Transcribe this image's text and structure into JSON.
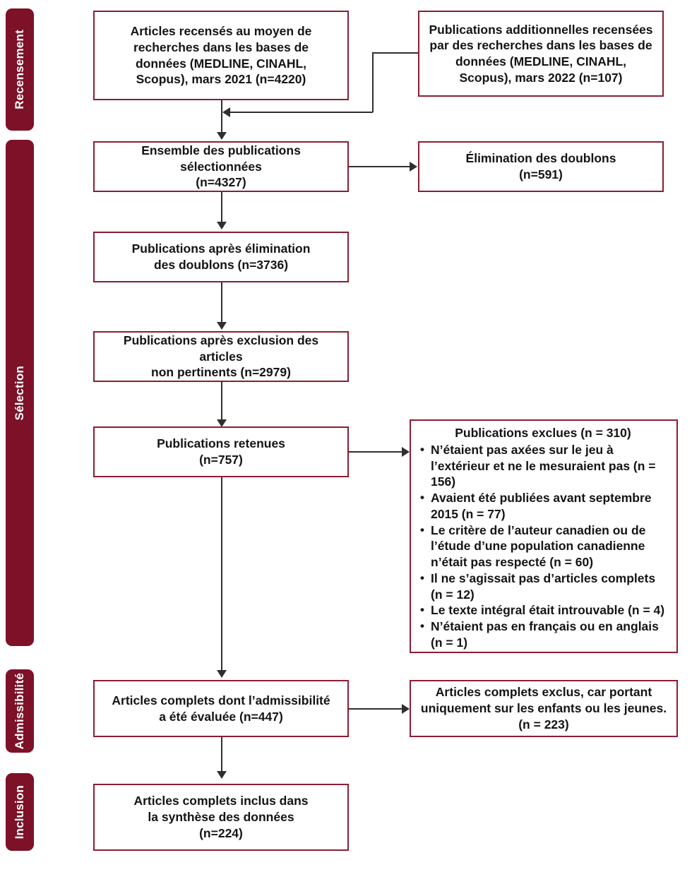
{
  "figure": {
    "type": "prisma-flow-diagram",
    "language": "fr",
    "colors": {
      "band_fill": "#7d1128",
      "box_border": "#8c1d33",
      "connector": "#2f2f2f",
      "text": "#141414",
      "band_text": "#ffffff",
      "background": "#ffffff"
    }
  },
  "stages": [
    {
      "id": "recensement",
      "label": "Recensement"
    },
    {
      "id": "selection",
      "label": "Sélection"
    },
    {
      "id": "admissibilite",
      "label": "Admissibilité"
    },
    {
      "id": "inclusion",
      "label": "Inclusion"
    }
  ],
  "boxes": {
    "identified_databases": {
      "text": "Articles recensés au moyen de\nrecherches dans les bases de\ndonnées (MEDLINE, CINAHL,\nScopus), mars 2021 (n=4220)",
      "n": 4220
    },
    "additional_records": {
      "text": "Publications additionnelles recensées\npar des recherches dans les bases de\ndonnées (MEDLINE, CINAHL,\nScopus), mars 2022 (n=107)",
      "n": 107
    },
    "all_selected": {
      "text": "Ensemble des publications sélectionnées\n(n=4327)",
      "n": 4327
    },
    "duplicates_removed": {
      "text": "Élimination des doublons\n(n=591)",
      "n": 591
    },
    "after_duplicates": {
      "text": "Publications après élimination\ndes  doublons (n=3736)",
      "n": 3736
    },
    "after_irrelevant": {
      "text": "Publications après exclusion des articles\nnon pertinents (n=2979)",
      "n": 2979
    },
    "retained": {
      "text": "Publications retenues\n(n=757)",
      "n": 757
    },
    "excluded": {
      "title": "Publications exclues (n = 310)",
      "n": 310,
      "items": [
        {
          "text": "N’étaient pas axées sur le jeu à l’extérieur et ne le mesuraient pas (n = 156)",
          "n": 156
        },
        {
          "text": "Avaient été publiées avant septembre 2015 (n = 77)",
          "n": 77
        },
        {
          "text": "Le critère de l’auteur canadien ou de l’étude d’une population canadienne n’était pas respecté (n = 60)",
          "n": 60
        },
        {
          "text": "Il ne s’agissait pas d’articles complets (n = 12)",
          "n": 12
        },
        {
          "text": "Le texte intégral était introuvable (n = 4)",
          "n": 4
        },
        {
          "text": "N’étaient pas en français ou en anglais (n = 1)",
          "n": 1
        }
      ]
    },
    "full_text_assessed": {
      "text": "Articles complets dont l’admissibilité\na été évaluée (n=447)",
      "n": 447
    },
    "full_text_excluded": {
      "text": "Articles complets exclus, car portant\nuniquement sur les enfants ou les jeunes.\n(n = 223)",
      "n": 223
    },
    "included": {
      "text": "Articles complets inclus dans\nla synthèse des données\n(n=224)",
      "n": 224
    }
  }
}
